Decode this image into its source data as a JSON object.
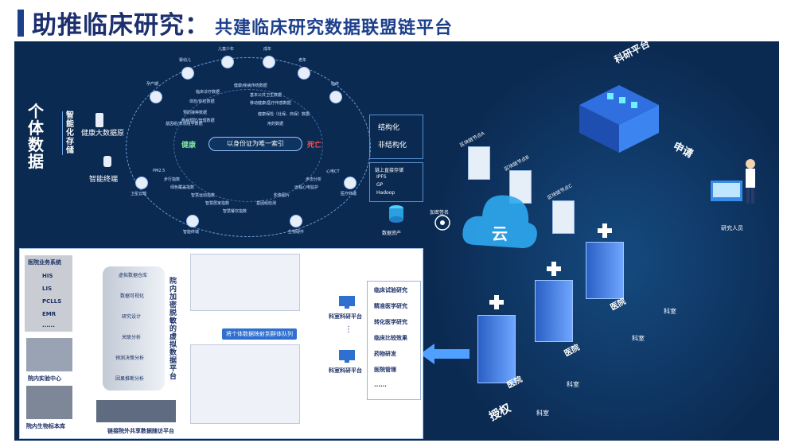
{
  "title": {
    "main": "助推临床研究：",
    "sub": "共建临床研究数据联盟链平台"
  },
  "left_vertical": {
    "big": "个体数据",
    "small": "智能化存储"
  },
  "left_labels": {
    "health_source": "健康大数据原",
    "smart_terminal": "智能终端"
  },
  "ring": {
    "center": "以身份证为唯一索引",
    "health": "健康",
    "death": "死亡",
    "stages": [
      "婴幼儿",
      "儿童少年",
      "成年",
      "老年",
      "临终",
      "孕产期"
    ],
    "top_labels": [
      "临床诊疗数据",
      "健康/疾病传统数据",
      "体检/体检数据",
      "基本公共卫生数据",
      "预防接种数据",
      "移动健康/医疗传感数据",
      "疾病预防/管理数据",
      "健康保险（社保、商保）数据",
      "用药数据",
      "基因组/表观组学数据"
    ],
    "bottom_labels": [
      "PM2.5",
      "步行指数",
      "绿色覆盖指数",
      "智慧运动指数",
      "智慧居家指数",
      "智慧餐饮指数",
      "心电CT",
      "步态分析",
      "远程心电监护",
      "影像图片",
      "基因组检测",
      "智能终端",
      "生物硬件",
      "卫星云端",
      "医疗终端"
    ]
  },
  "structure": {
    "structured": "结构化",
    "unstructured": "非结构化"
  },
  "storage": {
    "title": "链上直接存储",
    "items": [
      "IPFS",
      "GP",
      "Hadoop"
    ]
  },
  "data_asset": "数据资产",
  "encrypt_sign": "加密签名",
  "cloud_label": "云",
  "platform": {
    "research_platform": "科研平台",
    "apply": "申请",
    "researcher": "研究人员",
    "authorize": "授权",
    "node_a": "区块链节点A",
    "node_b": "区块链节点B",
    "node_c": "区块链节点C",
    "hospital": "医院",
    "dept": "科室"
  },
  "panel": {
    "hospital_system_title": "医院业务系统",
    "systems": [
      "HIS",
      "LIS",
      "PCLLS",
      "EMR",
      "......"
    ],
    "lab_center": "院内实验中心",
    "bio_bank": "院内生物标本库",
    "steps": [
      "虚拟数据仓库",
      "数据可视化",
      "研究设计",
      "关联分析",
      "预测决策分析",
      "因果推断分析"
    ],
    "vertical_title": "院内加密脱敏的虚拟数据平台",
    "mapping_label": "将个体数据映射到群体队列",
    "platform1": "科室科研平台",
    "platform2": "科室科研平台",
    "dots": "⋮",
    "bottom_label": "链接院外共享数据随访平台",
    "research_list": [
      "临床试验研究",
      "精准医学研究",
      "转化医学研究",
      "临床比较效果",
      "药物研发",
      "医院管理",
      "......"
    ]
  }
}
